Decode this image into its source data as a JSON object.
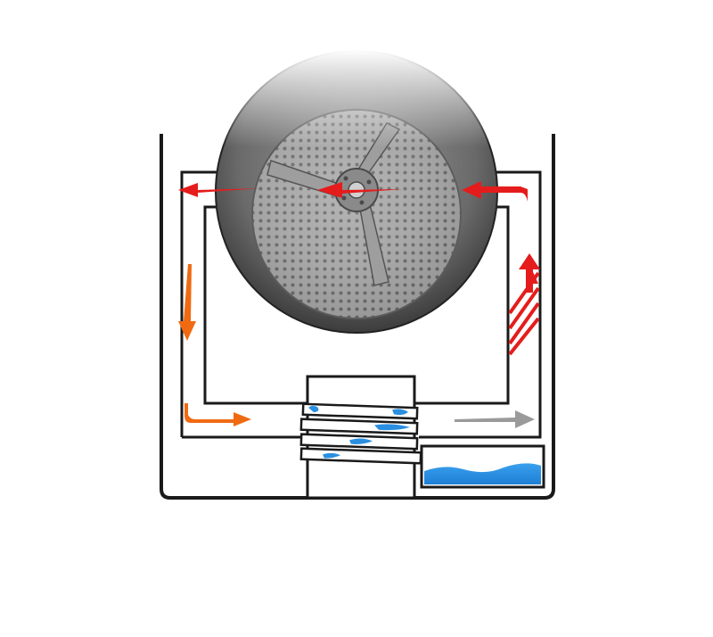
{
  "diagram": {
    "subject": "condenser-dryer-airflow",
    "colors": {
      "background": "#ffffff",
      "outline": "#1a1a1a",
      "hot_air": "#e51c1c",
      "warm_air": "#f06a12",
      "cool_air": "#9a9a9a",
      "water": "#2a8fe0",
      "drum_dark": "#4a4a4a",
      "drum_mid": "#8c8c8c",
      "drum_light": "#d6d6d6"
    },
    "icons": {
      "drum": "dryer-drum-icon",
      "heater": "heater-coil-icon",
      "condenser": "condenser-plates-icon",
      "water_tank": "water-tank-icon"
    },
    "arrows": [
      {
        "name": "hot-air-out-left",
        "color": "hot_air",
        "direction": "left"
      },
      {
        "name": "hot-air-through-drum",
        "color": "hot_air",
        "direction": "left"
      },
      {
        "name": "hot-air-into-drum",
        "color": "hot_air",
        "direction": "left"
      },
      {
        "name": "warm-air-down",
        "color": "warm_air",
        "direction": "down"
      },
      {
        "name": "warm-air-into-condenser",
        "color": "warm_air",
        "direction": "right"
      },
      {
        "name": "cool-air-out",
        "color": "cool_air",
        "direction": "right"
      },
      {
        "name": "heated-air-up",
        "color": "hot_air",
        "direction": "up"
      }
    ]
  }
}
